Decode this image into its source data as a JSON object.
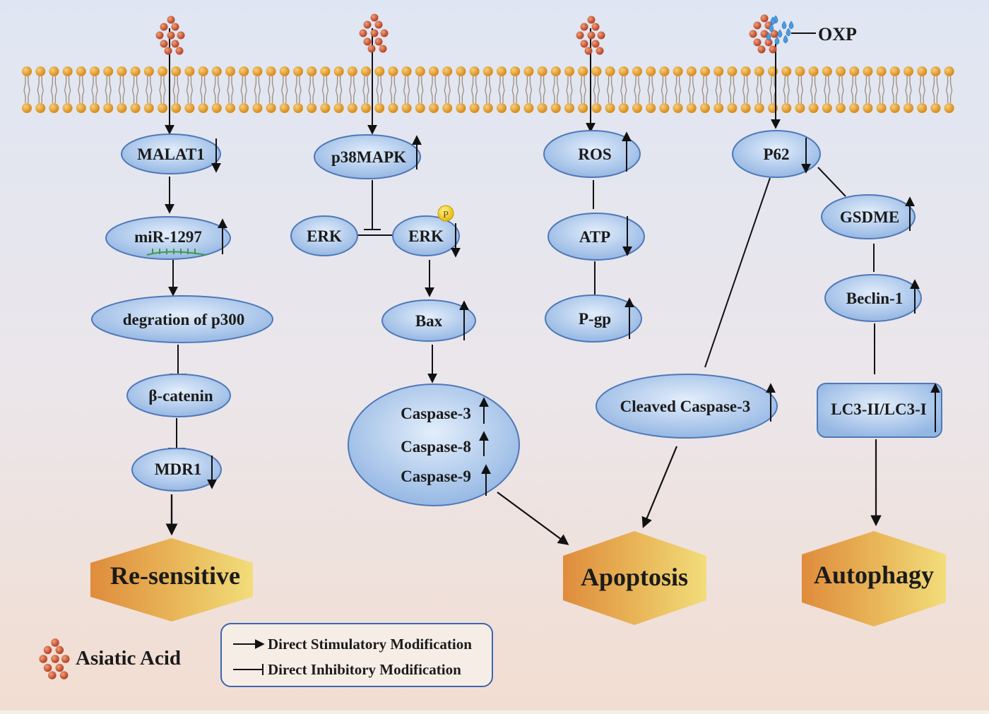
{
  "colors": {
    "background_top": "#dfe6f3",
    "background_bottom": "#f2ddd1",
    "membrane_head": "#e09a2a",
    "node_fill": "#a9c6ea",
    "node_stroke": "#4f78b8",
    "phenotype_light": "#f2dd7a",
    "phenotype_dark": "#df8c3c",
    "asiatic_acid_dot": "#c34a2a",
    "oxp_drop": "#4a9be0",
    "phospho_badge": "#f5cf1a"
  },
  "drug_label": "OXP",
  "phospho_label": "P",
  "nodes": {
    "malat1": "MALAT1",
    "mir1297": "miR-1297",
    "p300": "degration of p300",
    "bcatenin": "β-catenin",
    "mdr1": "MDR1",
    "p38mapk": "p38MAPK",
    "erk": "ERK",
    "erk_p": "ERK",
    "bax": "Bax",
    "caspase3": "Caspase-3",
    "caspase8": "Caspase-8",
    "caspase9": "Caspase-9",
    "ros": "ROS",
    "atp": "ATP",
    "pgp": "P-gp",
    "p62": "P62",
    "cleaved_caspase3": "Cleaved Caspase-3",
    "gsdme": "GSDME",
    "beclin1": "Beclin-1",
    "lc3": "LC3-II/LC3-I"
  },
  "phenotypes": {
    "resensitive": "Re-sensitive",
    "apoptosis": "Apoptosis",
    "autophagy": "Autophagy"
  },
  "key": {
    "asiatic_acid": "Asiatic Acid"
  },
  "legend": {
    "stimulatory": "Direct Stimulatory Modification",
    "inhibitory": "Direct Inhibitory Modification"
  }
}
